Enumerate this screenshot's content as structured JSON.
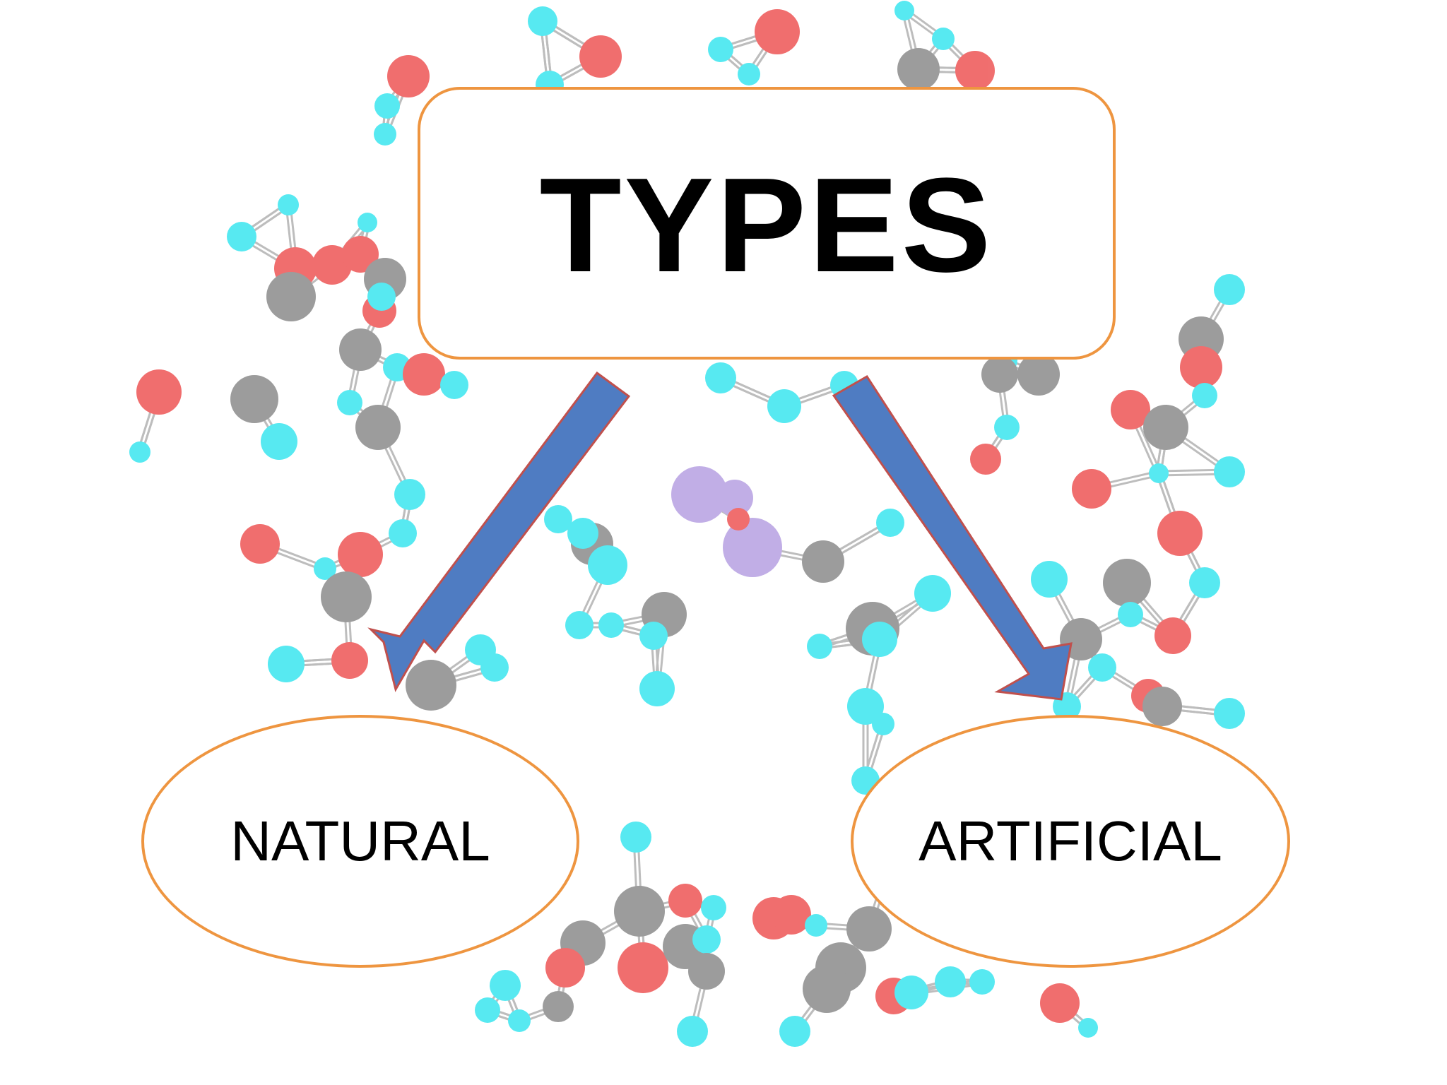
{
  "title": "TYPES",
  "branches": [
    {
      "label": "NATURAL"
    },
    {
      "label": "ARTIFICIAL"
    }
  ],
  "colors": {
    "box_border": "#ee9540",
    "arrow_fill": "#4f7cc2",
    "arrow_stroke": "#c0504d",
    "atom_cyan": "#40e6f0",
    "atom_red": "#ee5b5b",
    "atom_gray": "#8f8f8f",
    "atom_purple": "#b9a3e3"
  }
}
